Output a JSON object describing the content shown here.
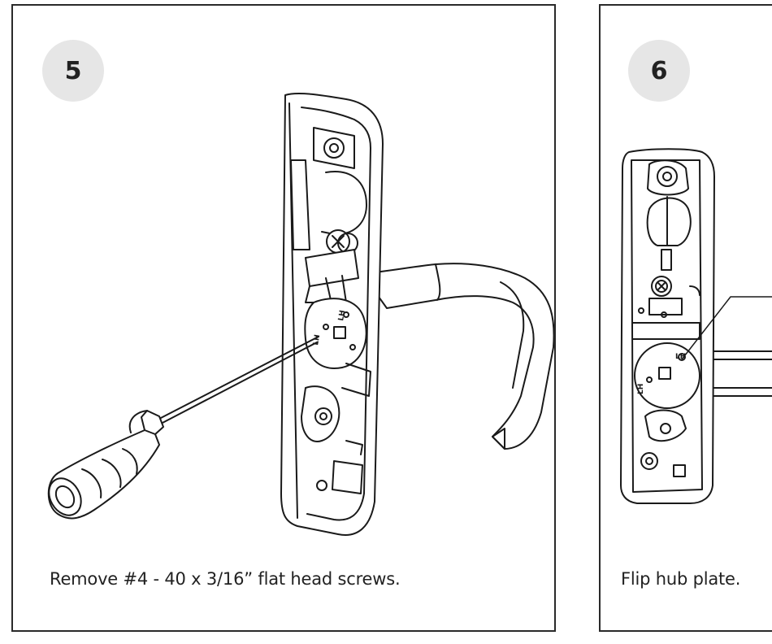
{
  "steps": [
    {
      "number": "5",
      "caption": "Remove #4 - 40 x 3/16” flat head screws."
    },
    {
      "number": "6",
      "caption": "Flip hub plate."
    }
  ],
  "illustration_labels": {
    "hub_mark": "LH",
    "screw_mark": "LH"
  }
}
